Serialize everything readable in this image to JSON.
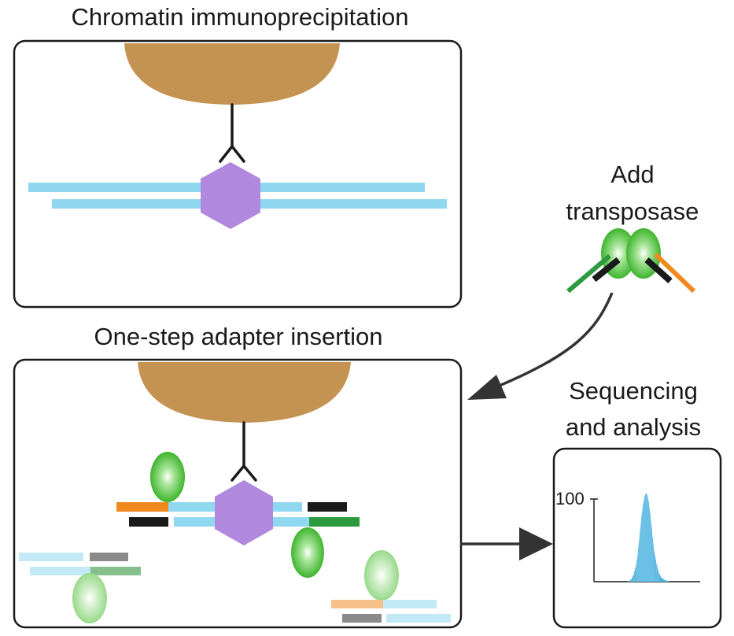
{
  "panels": {
    "chip_title": "Chromatin immunoprecipitation",
    "insertion_title": "One-step adapter insertion",
    "transposase_label_line1": "Add",
    "transposase_label_line2": "transposase",
    "sequencing_label_line1": "Sequencing",
    "sequencing_label_line2": "and analysis"
  },
  "histogram": {
    "y_tick_label": "100"
  },
  "colors": {
    "bead": "#c49352",
    "dna": "#8fd8f0",
    "nucleosome": "#b088dd",
    "transposase": "#4cbf36",
    "adapter_orange": "#f08a1e",
    "adapter_green": "#2c9a3e",
    "adapter_black": "#1a1a1a",
    "histogram_bar": "#4fb3e0"
  },
  "icons": [
    "antibody-icon",
    "nucleosome-icon",
    "transposase-icon",
    "bead-icon",
    "arrow-icon"
  ]
}
